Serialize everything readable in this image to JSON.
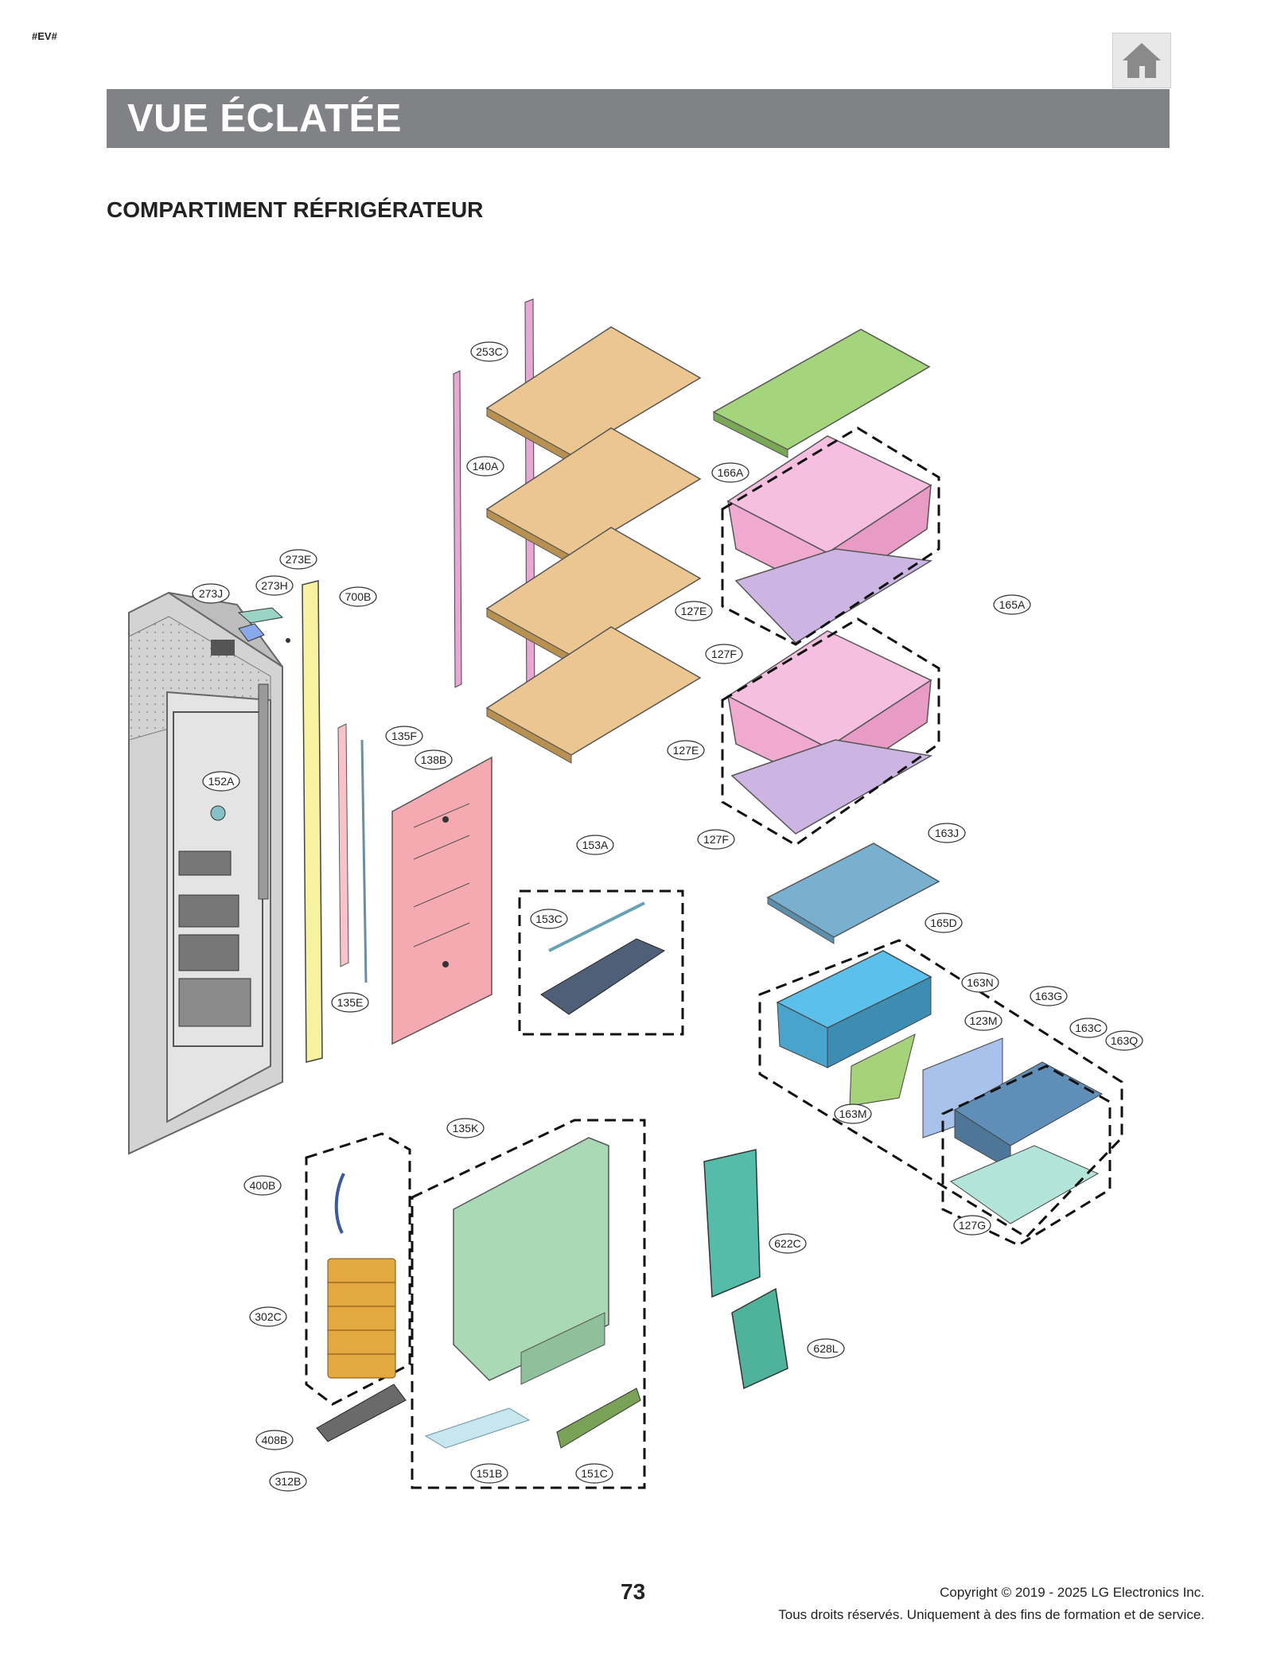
{
  "header": {
    "tag": "#EV#",
    "home_icon": "home-icon"
  },
  "title": "VUE ÉCLATÉE",
  "subtitle": "COMPARTIMENT RÉFRIGÉRATEUR",
  "parts": [
    {
      "id": "253C"
    },
    {
      "id": "140A"
    },
    {
      "id": "166A"
    },
    {
      "id": "273E"
    },
    {
      "id": "273J"
    },
    {
      "id": "273H"
    },
    {
      "id": "700B"
    },
    {
      "id": "127E"
    },
    {
      "id": "165A"
    },
    {
      "id": "127F"
    },
    {
      "id": "135F"
    },
    {
      "id": "138B"
    },
    {
      "id": "127E"
    },
    {
      "id": "152A"
    },
    {
      "id": "127F"
    },
    {
      "id": "163J"
    },
    {
      "id": "153A"
    },
    {
      "id": "153C"
    },
    {
      "id": "165D"
    },
    {
      "id": "163N"
    },
    {
      "id": "163G"
    },
    {
      "id": "135E"
    },
    {
      "id": "123M"
    },
    {
      "id": "163C"
    },
    {
      "id": "163Q"
    },
    {
      "id": "163M"
    },
    {
      "id": "135K"
    },
    {
      "id": "400B"
    },
    {
      "id": "622C"
    },
    {
      "id": "127G"
    },
    {
      "id": "302C"
    },
    {
      "id": "628L"
    },
    {
      "id": "408B"
    },
    {
      "id": "151B"
    },
    {
      "id": "151C"
    },
    {
      "id": "312B"
    }
  ],
  "colors": {
    "title_bar": "#808285",
    "shelf": "#ecc690",
    "rail": "#e7a8d6",
    "glass_top": "#a4d57d",
    "crisper": "#f6bfe0",
    "crisper_tray": "#cdb5e3",
    "cover": "#7ab0cf",
    "pantry": "#5cc0ec",
    "drawer": "#5f8fb8",
    "panel": "#f5aab2",
    "evap_cover": "#aad9b6",
    "mullion": "#f7f2a0",
    "coil": "#e4a840",
    "duct": "#55bca9",
    "tray_mint": "#b3e4d9"
  },
  "footer": {
    "page_number": "73",
    "copyright_line1": "Copyright © 2019 - 2025 LG Electronics Inc.",
    "copyright_line2": "Tous droits réservés. Uniquement à des fins de formation et de service."
  }
}
